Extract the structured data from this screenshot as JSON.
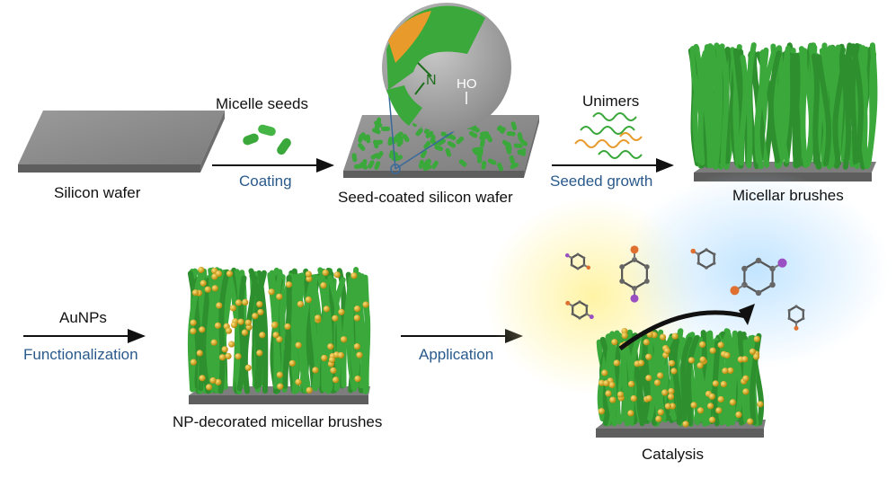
{
  "labels": {
    "silicon_wafer": "Silicon wafer",
    "micelle_seeds": "Micelle seeds",
    "coating": "Coating",
    "seed_coated": "Seed-coated silicon wafer",
    "unimers": "Unimers",
    "seeded_growth": "Seeded growth",
    "micellar_brushes": "Micellar brushes",
    "aunps": "AuNPs",
    "functionalization": "Functionalization",
    "np_decorated": "NP-decorated micellar brushes",
    "application": "Application",
    "catalysis": "Catalysis"
  },
  "zoom_inset": {
    "atom_label_n": "N",
    "atom_label_ho": "HO"
  },
  "colors": {
    "wafer": "#8c8c8c",
    "micelle_green": "#3aa83a",
    "micelle_core_orange": "#e89a2a",
    "gold_np": "#d4a017",
    "caption_blue": "#2a5a8c"
  }
}
